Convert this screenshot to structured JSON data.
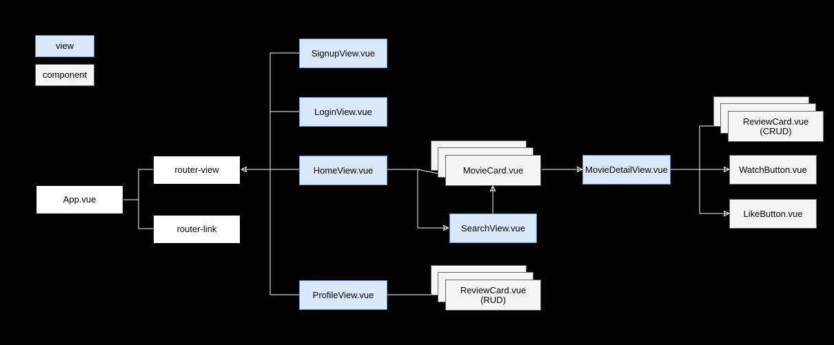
{
  "legend": {
    "view": "view",
    "component": "component"
  },
  "nodes": {
    "app": "App.vue",
    "router_view": "router-view",
    "router_link": "router-link",
    "signup": "SignupView.vue",
    "login": "LoginView.vue",
    "home": "HomeView.vue",
    "profile": "ProfileView.vue",
    "movie_card": "MovieCard.vue",
    "search": "SearchView.vue",
    "review_card_rud_1": "ReviewCard.vue",
    "review_card_rud_2": "(RUD)",
    "movie_detail": "MovieDetailView.vue",
    "review_card_crud_1": "ReviewCard.vue",
    "review_card_crud_2": "(CRUD)",
    "watch_button": "WatchButton.vue",
    "like_button": "LikeButton.vue"
  },
  "colors": {
    "background": "#000000",
    "view_fill": "#dae8fc",
    "view_stroke": "#6c8ebf",
    "component_fill": "#f5f5f5",
    "component_stroke": "#666666",
    "edge": "#ffffff"
  }
}
